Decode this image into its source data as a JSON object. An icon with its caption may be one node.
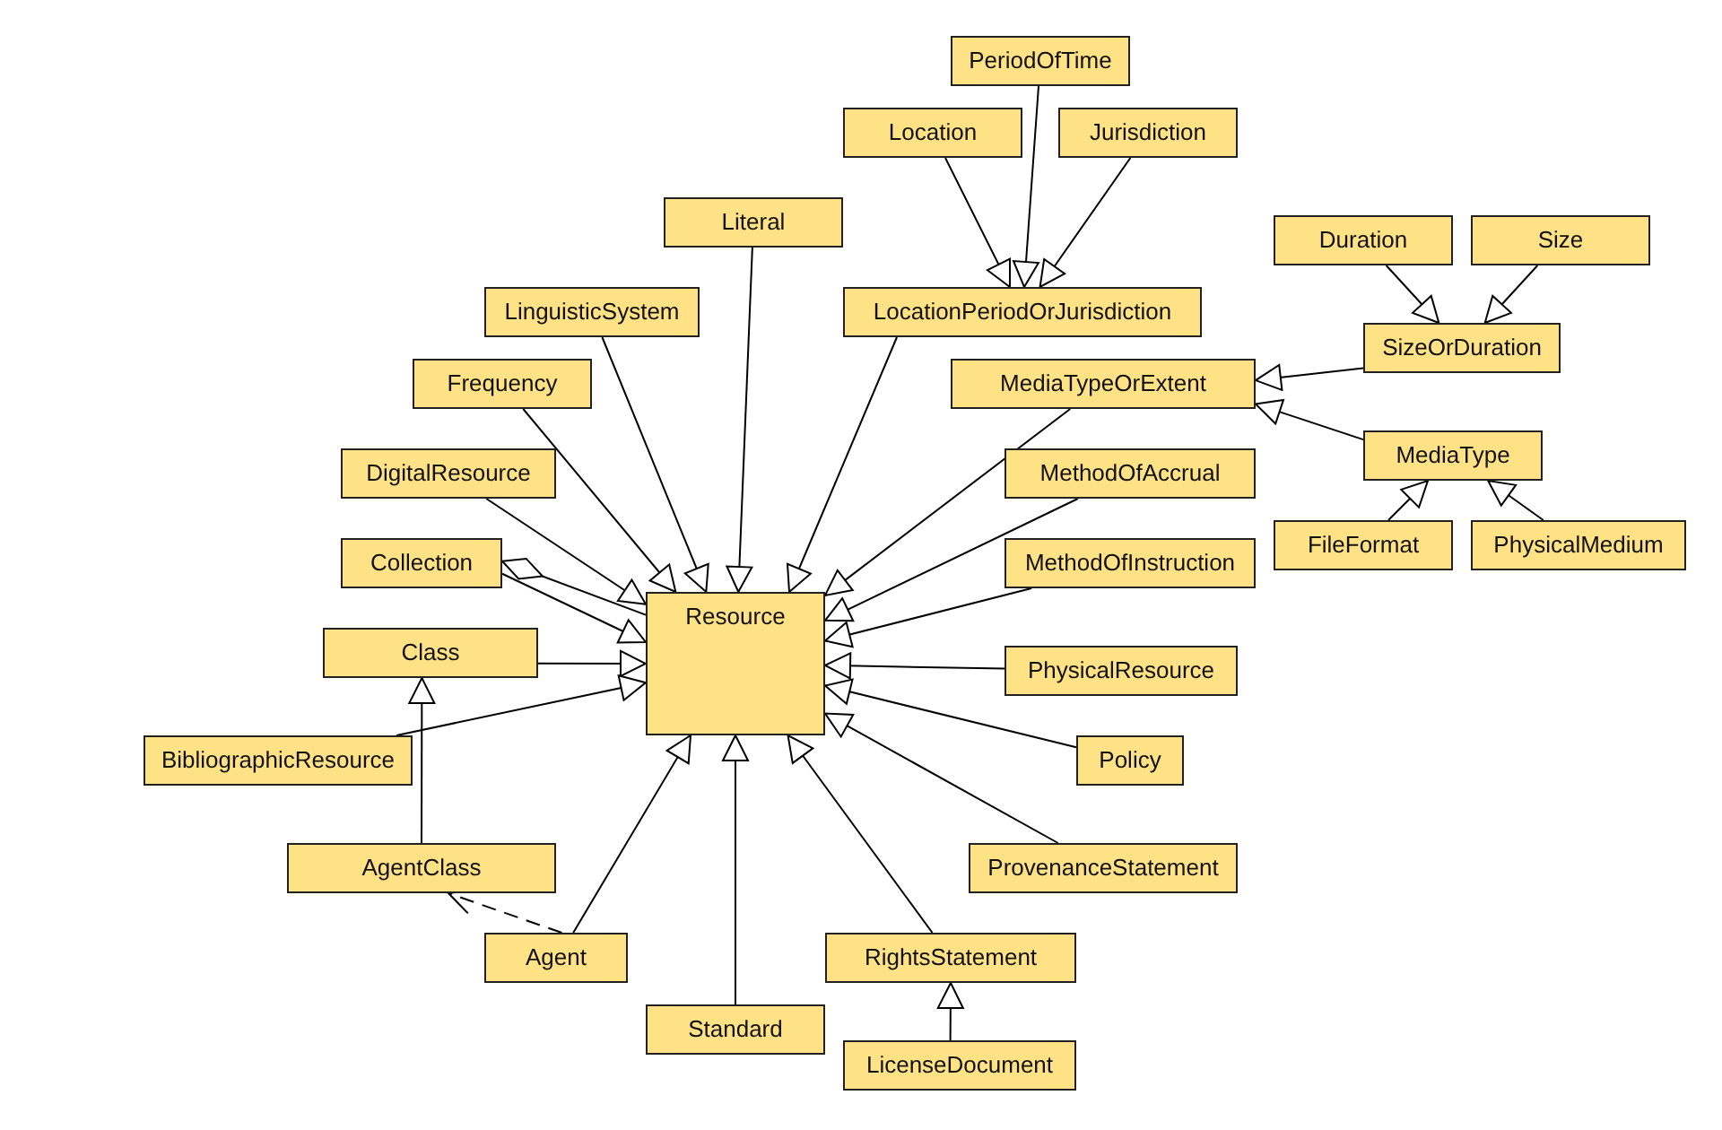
{
  "diagram": {
    "nodes": [
      {
        "text": [
          "PeriodOfTime"
        ]
      },
      {
        "text": [
          "Location"
        ]
      },
      {
        "text": [
          "Jurisdiction"
        ]
      },
      {
        "text": [
          "Literal"
        ]
      },
      {
        "text": [
          "LinguisticSystem"
        ]
      },
      {
        "text": [
          "LocationPeriodOrJurisdiction"
        ]
      },
      {
        "text": [
          "Duration"
        ]
      },
      {
        "text": [
          "Size"
        ]
      },
      {
        "text": [
          "Frequency"
        ]
      },
      {
        "text": [
          "MediaTypeOrExtent"
        ]
      },
      {
        "text": [
          "SizeOrDuration"
        ]
      },
      {
        "text": [
          "DigitalResource"
        ]
      },
      {
        "text": [
          "MethodOfAccrual"
        ]
      },
      {
        "text": [
          "MediaType"
        ]
      },
      {
        "text": [
          "Collection"
        ]
      },
      {
        "text": [
          "MethodOfInstruction"
        ]
      },
      {
        "text": [
          "FileFormat"
        ]
      },
      {
        "text": [
          "PhysicalMedium"
        ]
      },
      {
        "text": [
          "Class"
        ]
      },
      {
        "text": [
          "Resource"
        ]
      },
      {
        "text": [
          "PhysicalResource"
        ]
      },
      {
        "text": [
          "BibliographicResource"
        ]
      },
      {
        "text": [
          "Policy"
        ]
      },
      {
        "text": [
          "AgentClass"
        ]
      },
      {
        "text": [
          "ProvenanceStatement"
        ]
      },
      {
        "text": [
          "Agent"
        ]
      },
      {
        "text": [
          "RightsStatement"
        ]
      },
      {
        "text": [
          "Standard"
        ]
      },
      {
        "text": [
          "LicenseDocument"
        ]
      }
    ],
    "edges": [
      {
        "from": 0,
        "to": 5,
        "arrow": "to"
      },
      {
        "from": 1,
        "to": 5,
        "arrow": "to"
      },
      {
        "from": 2,
        "to": 5,
        "arrow": "to"
      },
      {
        "from": 6,
        "to": 10,
        "arrow": "to"
      },
      {
        "from": 7,
        "to": 10,
        "arrow": "to"
      },
      {
        "from": 10,
        "to": 9,
        "arrow": "to"
      },
      {
        "from": 13,
        "to": 9,
        "arrow": "to"
      },
      {
        "from": 16,
        "to": 13,
        "arrow": "to"
      },
      {
        "from": 17,
        "to": 13,
        "arrow": "to"
      },
      {
        "from": 3,
        "to": 19,
        "arrow": "to"
      },
      {
        "from": 4,
        "to": 19,
        "arrow": "to"
      },
      {
        "from": 5,
        "to": 19,
        "arrow": "to"
      },
      {
        "from": 8,
        "to": 19,
        "arrow": "to"
      },
      {
        "from": 9,
        "to": 19,
        "arrow": "to"
      },
      {
        "from": 11,
        "to": 19,
        "arrow": "to"
      },
      {
        "from": 12,
        "to": 19,
        "arrow": "to"
      },
      {
        "from": 14,
        "to": 19,
        "arrow": "other"
      },
      {
        "from": 14,
        "to": 19,
        "arrow": "to"
      },
      {
        "from": 15,
        "to": 19,
        "arrow": "to"
      },
      {
        "from": 18,
        "to": 19,
        "arrow": "to"
      },
      {
        "from": 20,
        "to": 19,
        "arrow": "to"
      },
      {
        "from": 21,
        "to": 19,
        "arrow": "to"
      },
      {
        "from": 22,
        "to": 19,
        "arrow": "to"
      },
      {
        "from": 24,
        "to": 19,
        "arrow": "to"
      },
      {
        "from": 25,
        "to": 19,
        "arrow": "to"
      },
      {
        "from": 26,
        "to": 19,
        "arrow": "to"
      },
      {
        "from": 27,
        "to": 19,
        "arrow": "to"
      },
      {
        "from": 23,
        "to": 18,
        "arrow": "to"
      },
      {
        "from": 28,
        "to": 26,
        "arrow": "to"
      },
      {
        "from": 25,
        "to": 23,
        "arrow": "to",
        "style": "dashed"
      }
    ]
  }
}
